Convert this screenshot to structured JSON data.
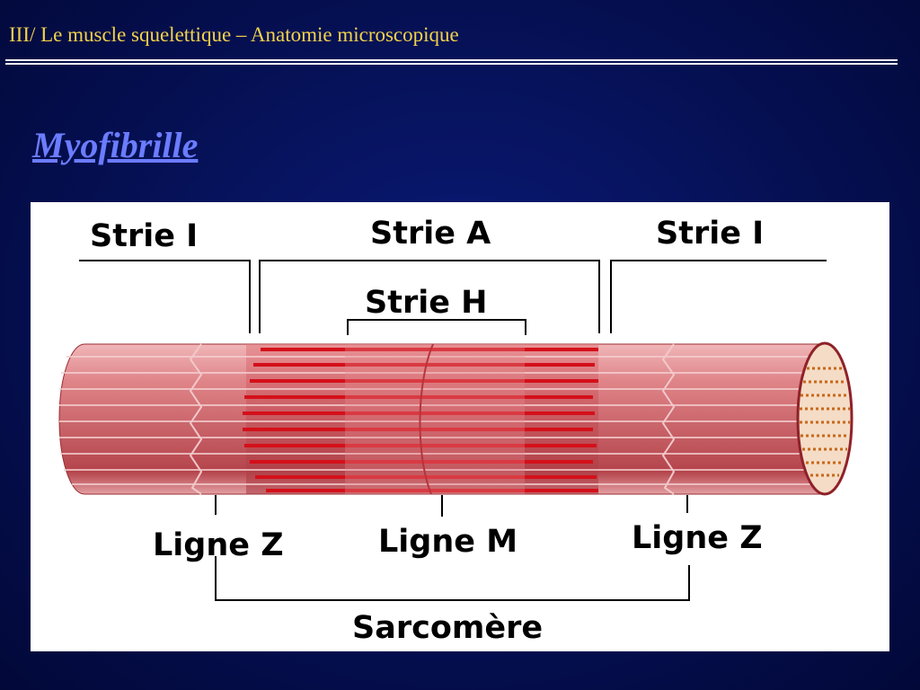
{
  "header": {
    "text": "III/ Le muscle squelettique – Anatomie microscopique"
  },
  "title": "Myofibrille",
  "diagram": {
    "labels": {
      "strie_i_left": "Strie I",
      "strie_a": "Strie A",
      "strie_i_right": "Strie I",
      "strie_h": "Strie H",
      "ligne_z_left": "Ligne Z",
      "ligne_m": "Ligne M",
      "ligne_z_right": "Ligne Z",
      "sarcomere": "Sarcomère"
    },
    "colors": {
      "background": "#06125a",
      "header_text": "#f2d24a",
      "title_text": "#6b7cff",
      "fiber_light": "#e89a9c",
      "fiber_mid": "#c95f64",
      "fiber_dark": "#a8353c",
      "band_red": "#d4101a",
      "endcap": "#c9681a"
    }
  }
}
